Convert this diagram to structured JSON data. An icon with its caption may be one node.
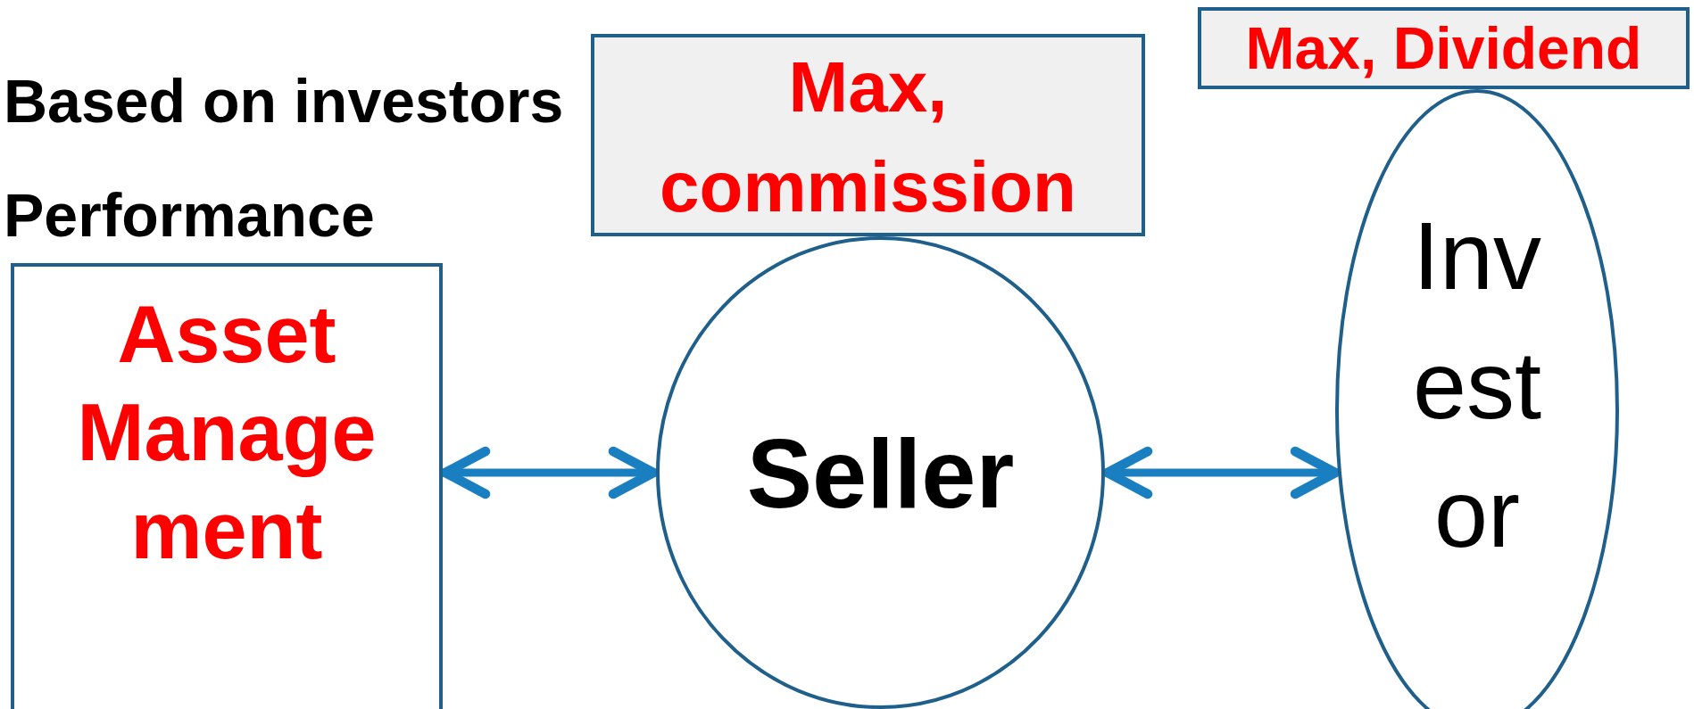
{
  "diagram": {
    "nodes": [
      {
        "text": [
          "Max, commission"
        ]
      },
      {
        "text": [
          "Max, Dividend"
        ]
      },
      {
        "text": [
          "Asset Manage ment"
        ]
      },
      {
        "text": [
          "Seller"
        ]
      },
      {
        "text": [
          "Inv est or"
        ]
      }
    ],
    "edges": [
      {
        "from": 2,
        "to": 3,
        "arrow": "both"
      },
      {
        "from": 3,
        "to": 4,
        "arrow": "both"
      }
    ],
    "labels": [
      "Based on investors Performance"
    ]
  }
}
